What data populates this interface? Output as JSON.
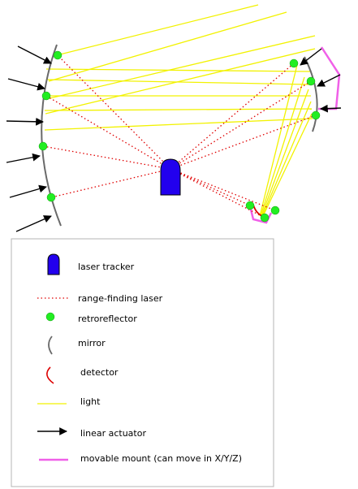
{
  "colors": {
    "light": "#f2f200",
    "laser": "#e00000",
    "retroreflector": "#22ee22",
    "mirror": "#6a6a6a",
    "actuator": "#000000",
    "mount": "#f060e8",
    "tracker": "#2200ee",
    "detector": "#dd0000",
    "legend_border": "#b4b4b4"
  },
  "legend": [
    {
      "label": "laser tracker",
      "icon": "tracker-icon"
    },
    {
      "label": "range-finding laser",
      "icon": "dotted-line-icon"
    },
    {
      "label": "retroreflector",
      "icon": "green-dot-icon"
    },
    {
      "label": "mirror",
      "icon": "curved-line-icon"
    },
    {
      "label": "detector",
      "icon": "red-hook-icon"
    },
    {
      "label": "light",
      "icon": "yellow-line-icon"
    },
    {
      "label": "linear actuator",
      "icon": "arrow-icon"
    },
    {
      "label": "movable mount (can move in X/Y/Z)",
      "icon": "pink-line-icon"
    }
  ]
}
